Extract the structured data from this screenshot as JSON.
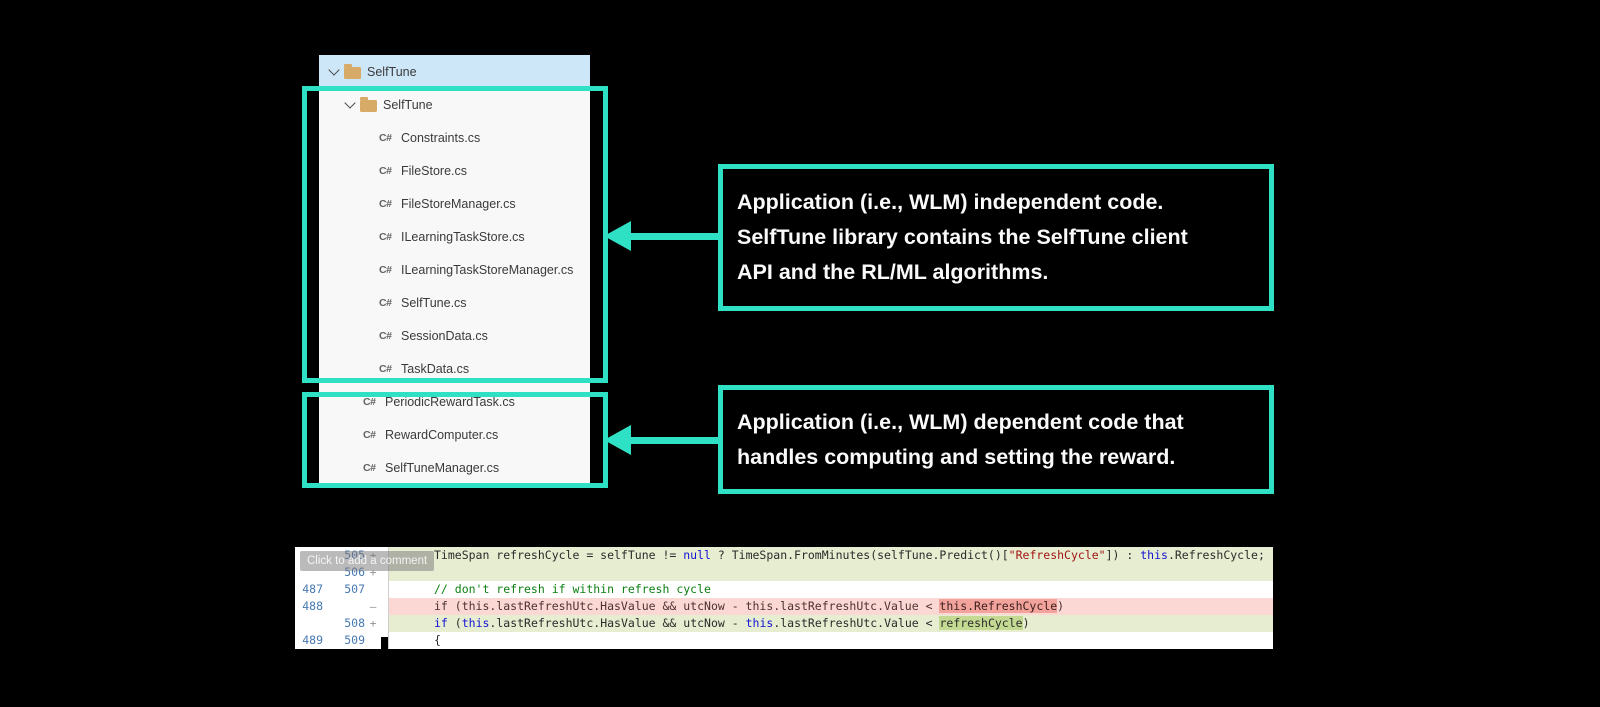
{
  "colors": {
    "teal_accent": "#2ee1c5",
    "selected_row_bg": "#cde6f8",
    "panel_bg": "#f8f8f8",
    "folder_icon": "#d7ab67",
    "added_line_bg": "#e6edd0",
    "added_word_bg": "#c4da93",
    "removed_line_bg": "#fbd8d3",
    "removed_word_bg": "#f2a39b",
    "line_number": "#4679b2",
    "keyword": "#1414d2",
    "string": "#a31515",
    "comment": "#0d8012"
  },
  "file_tree": {
    "file_icon_glyph": "C#",
    "items": [
      {
        "label": "SelfTune",
        "type": "folder",
        "level": 0,
        "selected": true,
        "expanded": true
      },
      {
        "label": "SelfTune",
        "type": "folder",
        "level": 1,
        "selected": false,
        "expanded": true
      },
      {
        "label": "Constraints.cs",
        "type": "file",
        "level": 2
      },
      {
        "label": "FileStore.cs",
        "type": "file",
        "level": 2
      },
      {
        "label": "FileStoreManager.cs",
        "type": "file",
        "level": 2
      },
      {
        "label": "ILearningTaskStore.cs",
        "type": "file",
        "level": 2
      },
      {
        "label": "ILearningTaskStoreManager.cs",
        "type": "file",
        "level": 2
      },
      {
        "label": "SelfTune.cs",
        "type": "file",
        "level": 2
      },
      {
        "label": "SessionData.cs",
        "type": "file",
        "level": 2
      },
      {
        "label": "TaskData.cs",
        "type": "file",
        "level": 2
      },
      {
        "label": "PeriodicRewardTask.cs",
        "type": "file",
        "level": 1
      },
      {
        "label": "RewardComputer.cs",
        "type": "file",
        "level": 1
      },
      {
        "label": "SelfTuneManager.cs",
        "type": "file",
        "level": 1
      }
    ]
  },
  "annotations": [
    {
      "id": "independent",
      "lines": [
        "Application (i.e., WLM) independent code.",
        "SelfTune library contains the SelfTune client",
        "API and the RL/ML algorithms."
      ]
    },
    {
      "id": "dependent",
      "lines": [
        "Application (i.e., WLM) dependent code that",
        "handles computing and setting the reward."
      ]
    }
  ],
  "diff": {
    "tooltip": "Click to add a comment",
    "rows": [
      {
        "old": "",
        "new": "505",
        "marker": "+",
        "kind": "added",
        "segments": [
          {
            "t": "TimeSpan refreshCycle = selfTune != ",
            "c": "plain"
          },
          {
            "t": "null",
            "c": "kw"
          },
          {
            "t": " ? TimeSpan.FromMinutes(selfTune.Predict()[",
            "c": "plain"
          },
          {
            "t": "\"RefreshCycle\"",
            "c": "str"
          },
          {
            "t": "]) : ",
            "c": "plain"
          },
          {
            "t": "this",
            "c": "kw"
          },
          {
            "t": ".RefreshCycle;",
            "c": "plain"
          }
        ]
      },
      {
        "old": "",
        "new": "506",
        "marker": "+",
        "kind": "added",
        "segments": []
      },
      {
        "old": "487",
        "new": "507",
        "marker": "",
        "kind": "context",
        "segments": [
          {
            "t": "// don't refresh if within refresh cycle",
            "c": "comment"
          }
        ]
      },
      {
        "old": "488",
        "new": "",
        "marker": "—",
        "kind": "removed",
        "segments": [
          {
            "t": "if (this.lastRefreshUtc.HasValue && utcNow - this.lastRefreshUtc.Value < ",
            "c": "rm"
          },
          {
            "t": "this.RefreshCycle",
            "c": "rm-hl"
          },
          {
            "t": ")",
            "c": "rm"
          }
        ]
      },
      {
        "old": "",
        "new": "508",
        "marker": "+",
        "kind": "added",
        "segments": [
          {
            "t": "if",
            "c": "kw"
          },
          {
            "t": " (",
            "c": "plain"
          },
          {
            "t": "this",
            "c": "kw"
          },
          {
            "t": ".lastRefreshUtc.HasValue && utcNow - ",
            "c": "plain"
          },
          {
            "t": "this",
            "c": "kw"
          },
          {
            "t": ".lastRefreshUtc.Value < ",
            "c": "plain"
          },
          {
            "t": "refreshCycle",
            "c": "add-hl"
          },
          {
            "t": ")",
            "c": "plain"
          }
        ]
      },
      {
        "old": "489",
        "new": "509",
        "marker": "",
        "kind": "context",
        "segments": [
          {
            "t": "{",
            "c": "plain"
          }
        ]
      }
    ]
  }
}
